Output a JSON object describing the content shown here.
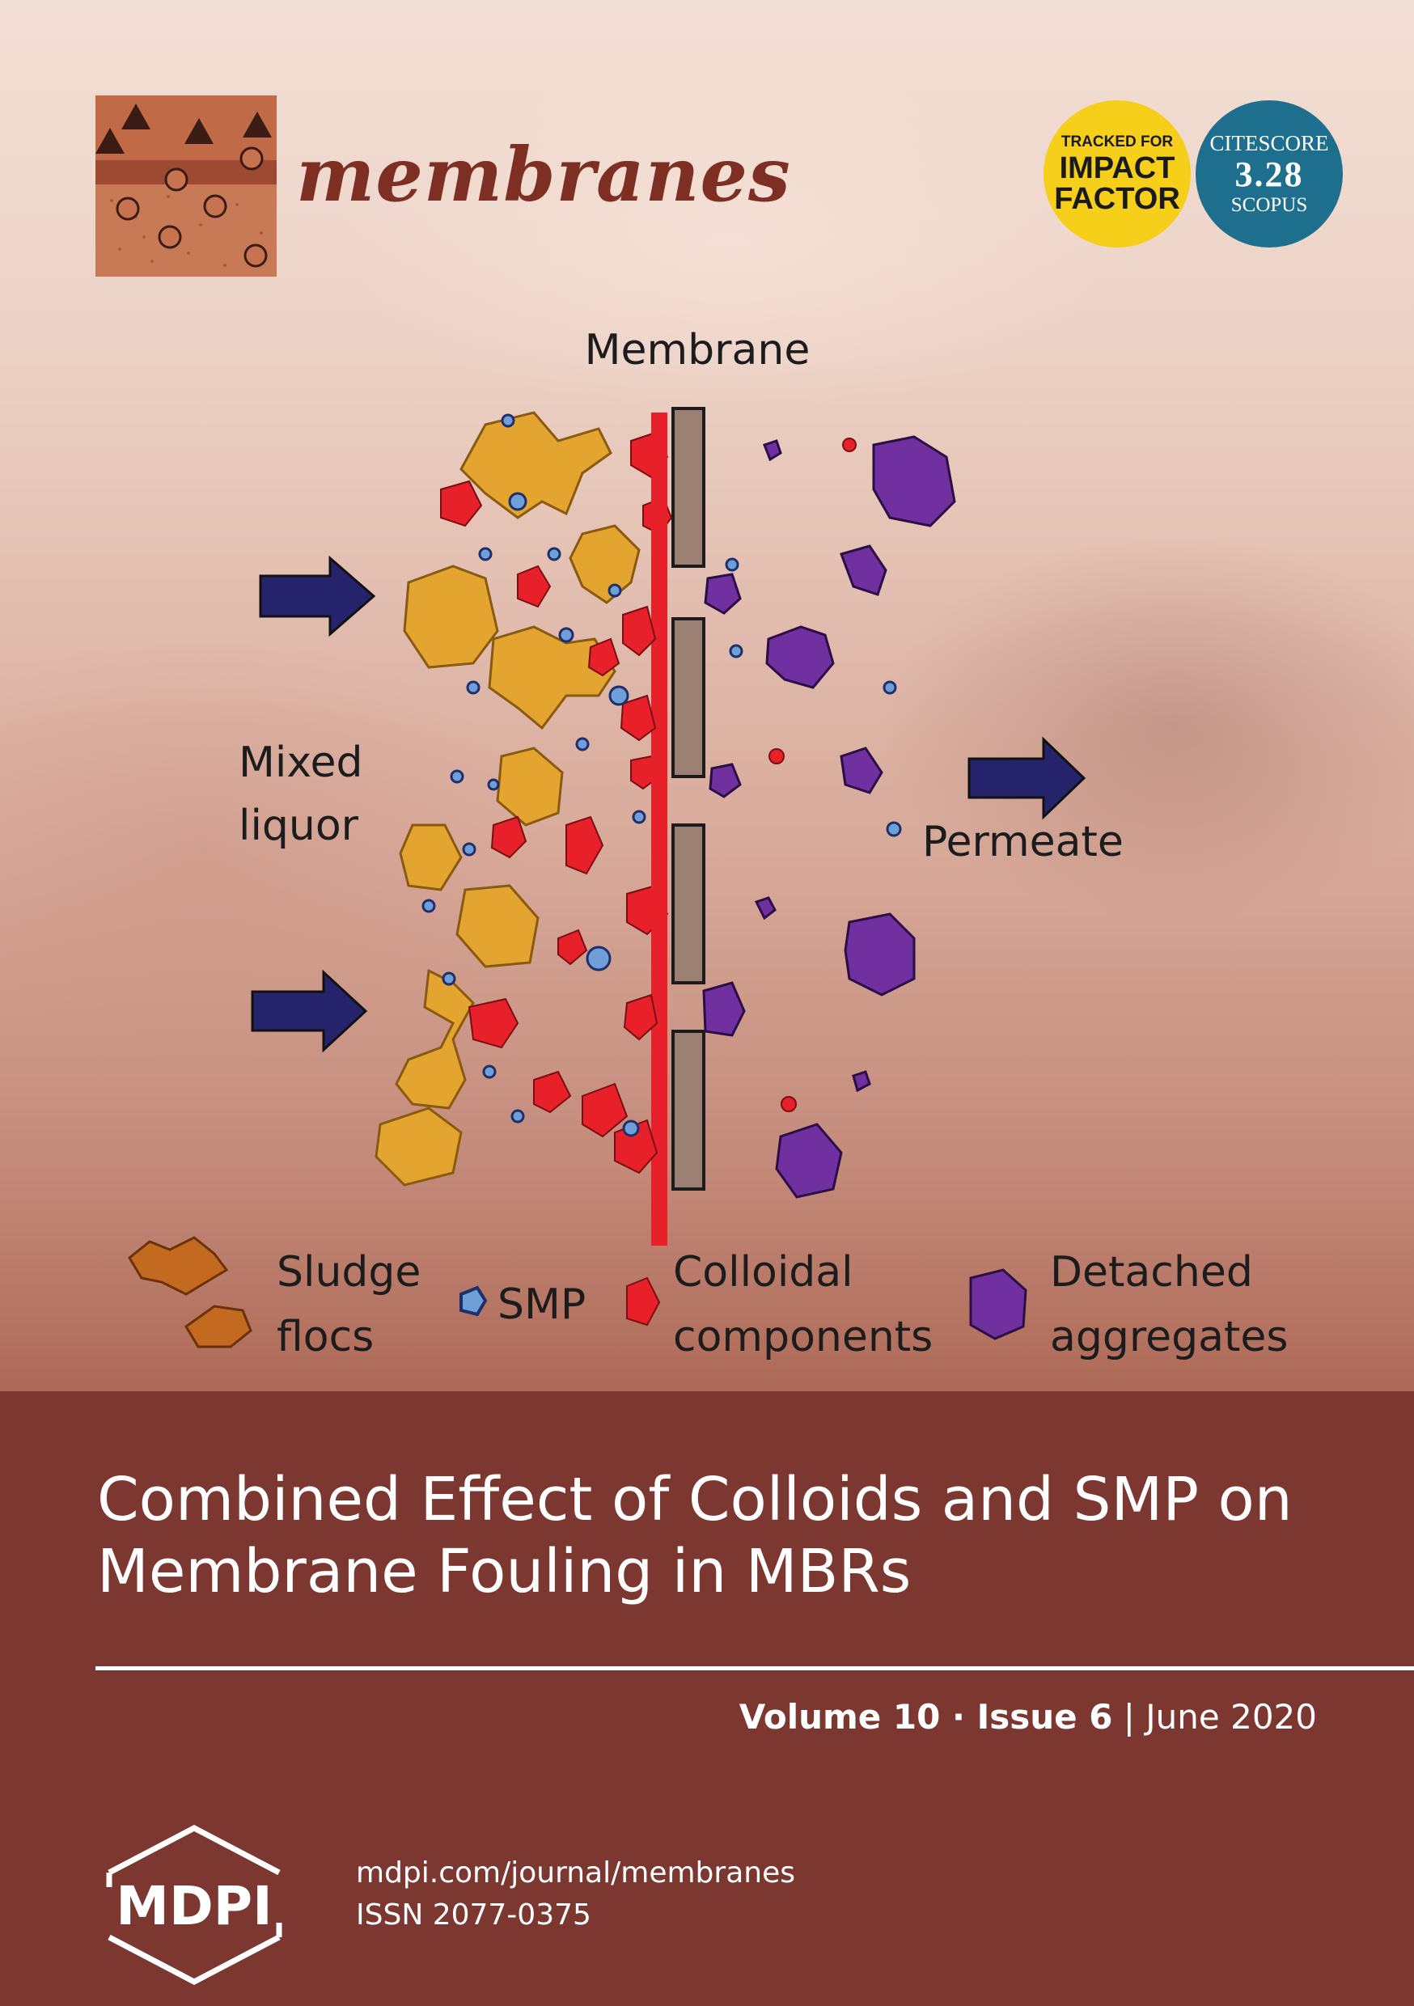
{
  "journal": {
    "name": "membranes"
  },
  "badges": {
    "impact_small": "TRACKED FOR",
    "impact_line1": "IMPACT",
    "impact_line2": "FACTOR",
    "citescore_label": "CITESCORE",
    "citescore_value": "3.28",
    "citescore_source": "SCOPUS"
  },
  "figure": {
    "membrane_label": "Membrane",
    "mixed_liquor_line1": "Mixed",
    "mixed_liquor_line2": "liquor",
    "permeate_label": "Permeate",
    "legend": {
      "sludge_line1": "Sludge",
      "sludge_line2": "flocs",
      "smp": "SMP",
      "colloidal_line1": "Colloidal",
      "colloidal_line2": "components",
      "detached_line1": "Detached",
      "detached_line2": "aggregates"
    },
    "colors": {
      "sludge": "#e3a530",
      "smp": "#6f9fd8",
      "colloidal": "#e8202a",
      "detached": "#7030a0",
      "arrow": "#25236b",
      "membrane": "#9c8073"
    }
  },
  "article": {
    "title_line1": "Combined Effect of Colloids and SMP on",
    "title_line2": "Membrane Fouling in MBRs"
  },
  "issue": {
    "volume": "Volume 10",
    "separator": " · ",
    "issue": "Issue 6",
    "divider": " | ",
    "date": "June  2020"
  },
  "publisher": {
    "logo_text": "MDPI",
    "url": "mdpi.com/journal/membranes",
    "issn": "ISSN 2077-0375"
  }
}
